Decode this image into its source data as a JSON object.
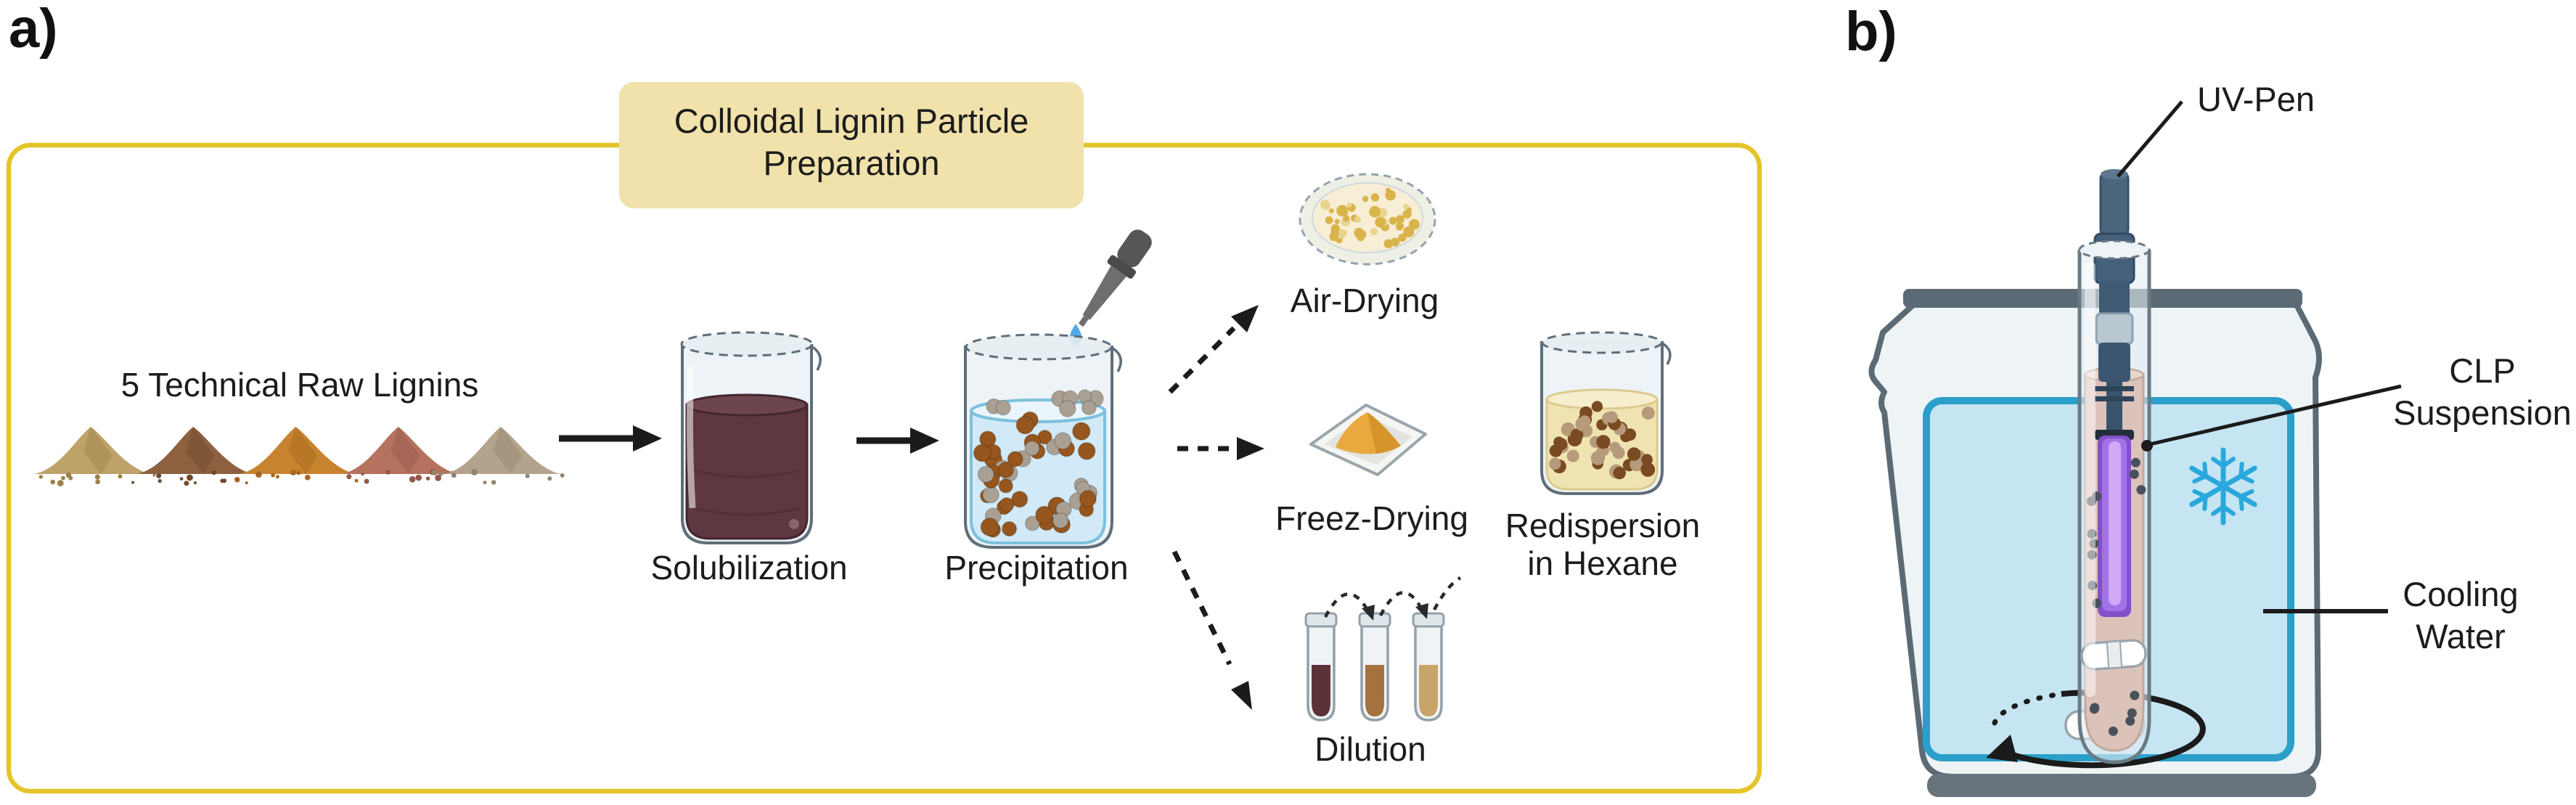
{
  "figure": {
    "panel_a": {
      "label": "a)",
      "title": {
        "line1": "Colloidal Lignin Particle",
        "line2": "Preparation"
      },
      "input_label": "5 Technical Raw Lignins",
      "steps": {
        "solubilization": "Solubilization",
        "precipitation": "Precipitation",
        "air_drying": "Air-Drying",
        "freeze_drying": "Freez-Drying",
        "redispersion": {
          "line1": "Redispersion",
          "line2": "in Hexane"
        },
        "dilution": "Dilution"
      }
    },
    "panel_b": {
      "label": "b)",
      "annotations": {
        "uv_pen": "UV-Pen",
        "clp_suspension": {
          "line1": "CLP",
          "line2": "Suspension"
        },
        "cooling_water": {
          "line1": "Cooling",
          "line2": "Water"
        }
      }
    }
  },
  "icons": {
    "lignin-powder-pile-icon": "triangular powder heap",
    "beaker-icon": "glass beaker",
    "dropper-icon": "gray pipette with blue drop",
    "petri-dish-icon": "petri dish with dried particles",
    "weigh-boat-icon": "weigh boat with freeze-dried powder",
    "test-tube-icon": "dilution test tube",
    "snowflake-icon": "cooling snowflake",
    "uv-pen-icon": "UV lamp pen",
    "stir-bar-icon": "magnetic stir bar",
    "rotation-arrow-icon": "stirring rotation ellipse arrow"
  },
  "colors": {
    "panel_border": "#e4c42a",
    "title_box_fill": "#f1e2ab",
    "text": "#1c1c1c",
    "arrow": "#1b1b1b",
    "lignin_piles": [
      "#bfa269",
      "#8d6140",
      "#c8832f",
      "#b4725f",
      "#b4a38c"
    ],
    "lignin_piles_dark": [
      "#9d8148",
      "#6f4a2d",
      "#a4661e",
      "#935849",
      "#94856e"
    ],
    "solubilization_liquid": "#5e3740",
    "precipitation_liquid": "#d2eaf7",
    "precipitation_particle_brown": "#96561d",
    "precipitation_particle_gray": "#a9a093",
    "hexane_liquid": "#f0e3b2",
    "redispersion_particle_dark": "#7a4a22",
    "redispersion_particle_tan": "#b69a7c",
    "petri_dot": "#d9b44a",
    "petri_dot_light": "#e8d48e",
    "dilution_liquids": [
      "#5c3138",
      "#a4713f",
      "#c9a468"
    ],
    "drop_blue": "#53a9e8",
    "water_fill": "#c6e5f3",
    "water_border": "#2b9fc9",
    "snowflake": "#2aa8dc",
    "suspension_fill": "#dcc3ba",
    "suspension_dot": "#49525c",
    "uv_glow_outer": "#8450c8",
    "uv_glow_mid": "#a272e8",
    "uv_glow_core": "#cda9f6",
    "bath_outline": "#5b6a74"
  }
}
